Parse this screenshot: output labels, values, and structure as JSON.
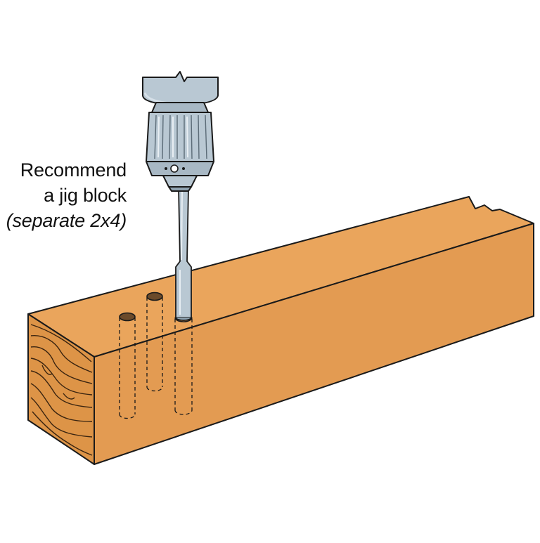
{
  "caption": {
    "line1": "Recommend",
    "line2": "a jig block",
    "line3": "(separate 2x4)"
  },
  "colors": {
    "wood_top": "#eaa55c",
    "wood_side": "#e39b52",
    "wood_end": "#dd9447",
    "grain": "#3a2410",
    "steel": "#b9c8d3",
    "steel_dark": "#90a3b1",
    "steel_light": "#d6e0e8",
    "outline": "#1a1a1a",
    "text": "#111111"
  },
  "icons": [
    "drill-chuck-icon",
    "drill-bit-icon",
    "lumber-block-icon"
  ]
}
